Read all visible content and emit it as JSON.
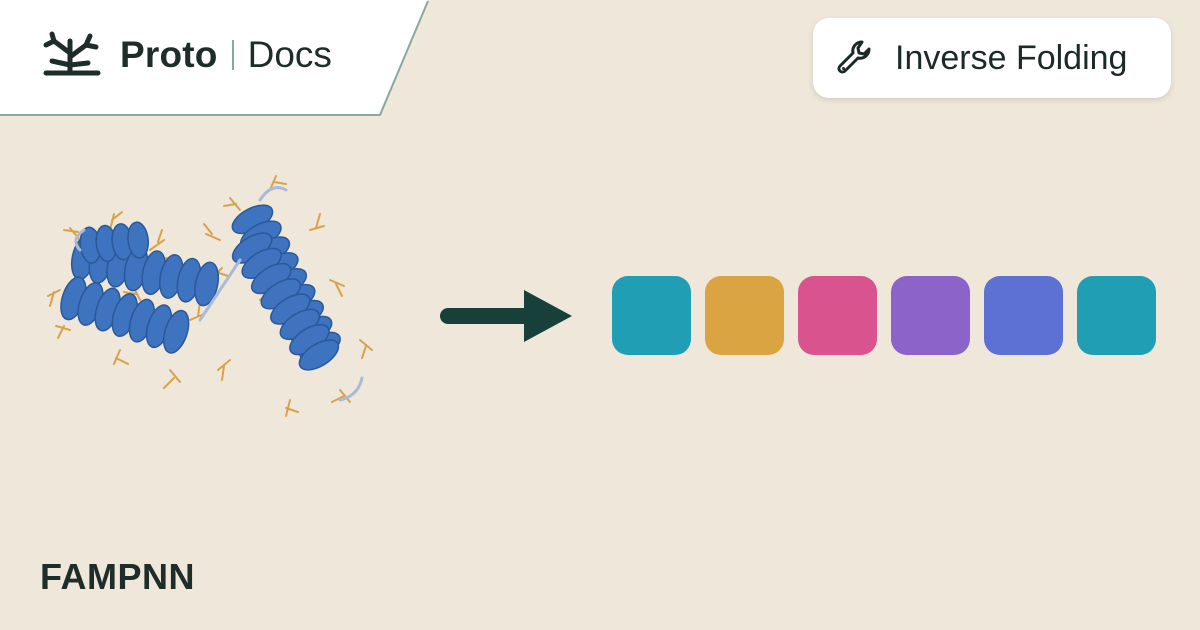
{
  "header": {
    "brand": "Proto",
    "section": "Docs",
    "logo_icon": "branching-tree-icon"
  },
  "badge": {
    "label": "Inverse Folding",
    "icon": "wrench-icon"
  },
  "illustration": {
    "protein_icon": "protein-helix-structure",
    "arrow_icon": "arrow-right-icon",
    "arrow_color": "#17403A",
    "helix_color": "#3D73BF",
    "sidechain_color": "#D8A24A"
  },
  "tokens": [
    {
      "color": "#1F9EB4"
    },
    {
      "color": "#D9A441"
    },
    {
      "color": "#D9538E"
    },
    {
      "color": "#8C63C9"
    },
    {
      "color": "#5D70D4"
    },
    {
      "color": "#1F9EB4"
    }
  ],
  "footer": {
    "model_name": "FAMPNN"
  },
  "colors": {
    "background": "#EFE7DA",
    "plate": "#FFFFFF",
    "plate_border": "#8AA8A1",
    "text": "#1E2C2A"
  }
}
